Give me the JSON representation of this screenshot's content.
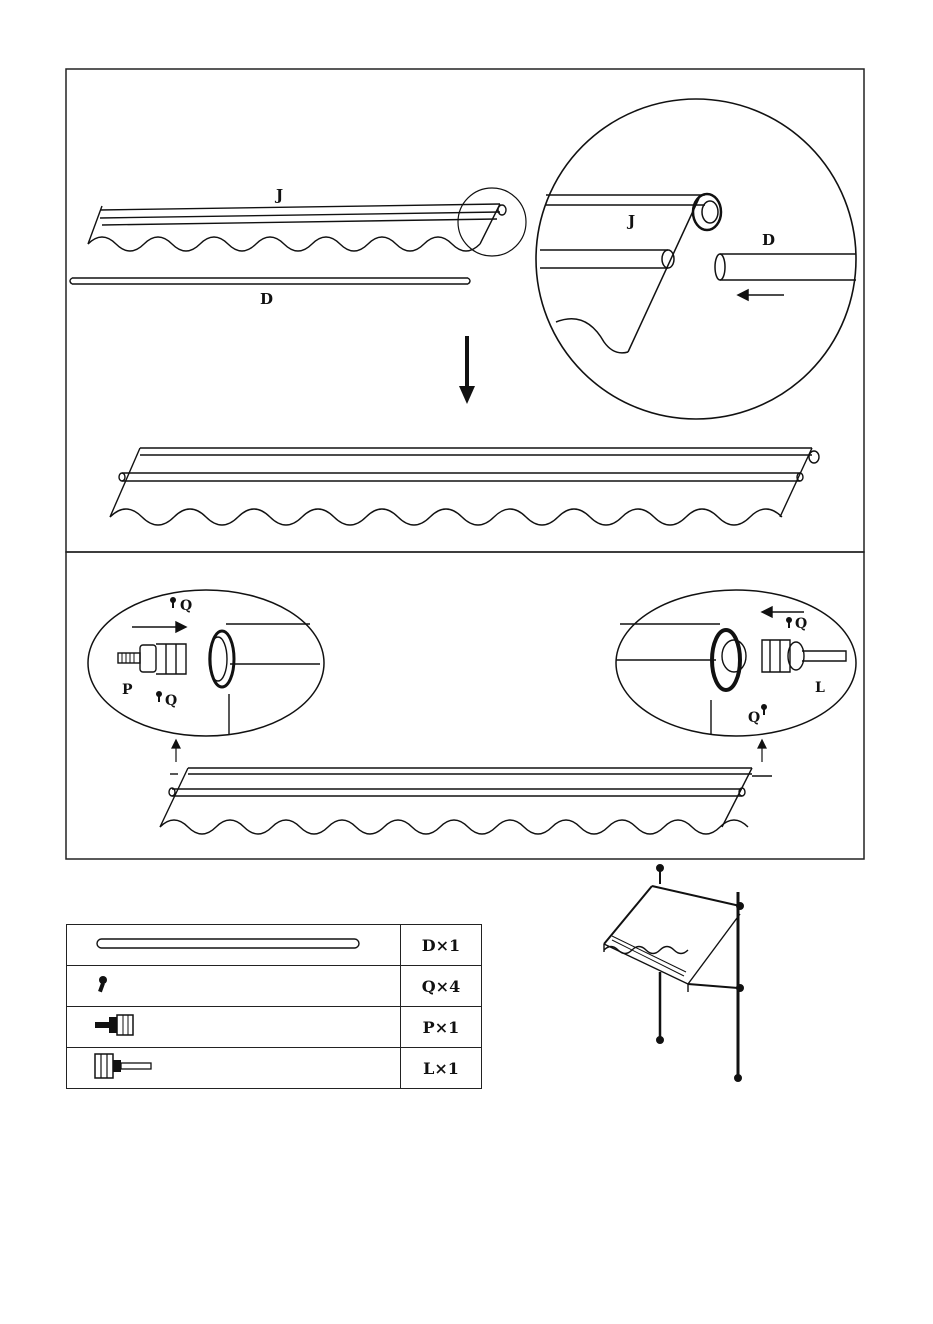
{
  "labels": {
    "j_top": "J",
    "d_top": "D",
    "j_detail": "J",
    "d_detail": "D",
    "q_left_top": "Q",
    "q_left_bottom": "Q",
    "p_left": "P",
    "q_right_top": "Q",
    "q_right_bottom": "Q",
    "l_right": "L"
  },
  "parts": [
    {
      "icon": "rod-icon",
      "qty": "D×1"
    },
    {
      "icon": "screw-icon",
      "qty": "Q×4"
    },
    {
      "icon": "end-cap-p-icon",
      "qty": "P×1"
    },
    {
      "icon": "end-cap-l-icon",
      "qty": "L×1"
    }
  ],
  "colors": {
    "line": "#111111",
    "background": "#ffffff"
  }
}
